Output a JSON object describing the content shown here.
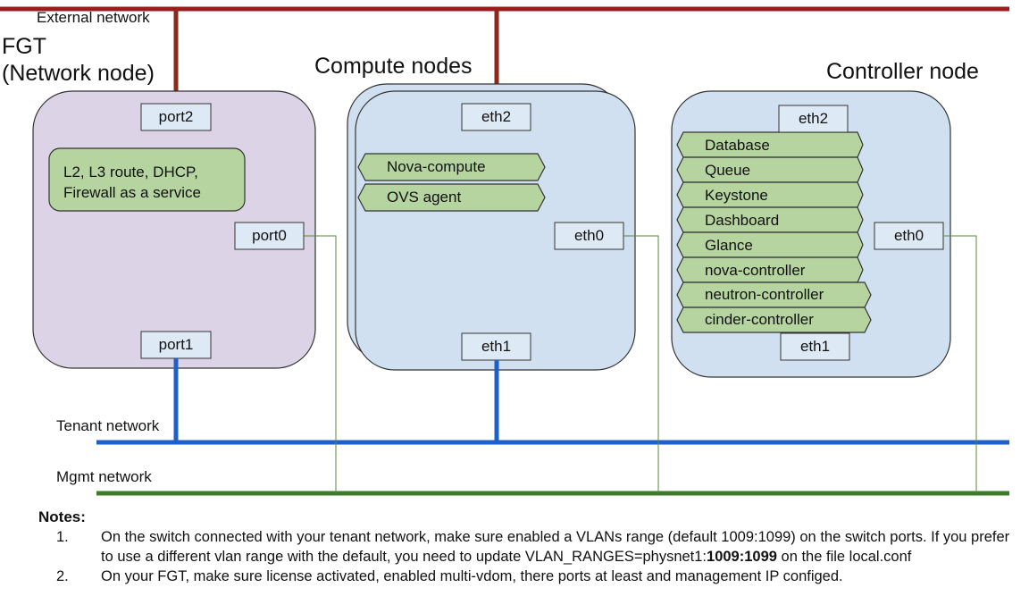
{
  "networks": {
    "external": "External network",
    "tenant": "Tenant network",
    "mgmt": "Mgmt network"
  },
  "fgt": {
    "title_line1": "FGT",
    "title_line2": "(Network node)",
    "port_top": "port2",
    "port_mgmt": "port0",
    "port_bottom": "port1",
    "service_line1": "L2, L3 route, DHCP,",
    "service_line2": "Firewall as a service"
  },
  "compute": {
    "title": "Compute nodes",
    "port_top": "eth2",
    "port_mgmt": "eth0",
    "port_bottom": "eth1",
    "services": [
      "Nova-compute",
      "OVS agent"
    ]
  },
  "controller": {
    "title": "Controller node",
    "port_top": "eth2",
    "port_mgmt": "eth0",
    "port_bottom": "eth1",
    "services": [
      "Database",
      "Queue",
      "Keystone",
      "Dashboard",
      "Glance",
      "nova-controller",
      "neutron-controller",
      "cinder-controller"
    ]
  },
  "notes": {
    "title": "Notes:",
    "items": [
      {
        "num": "1.",
        "before": "On the switch connected with your tenant network, make sure enabled a VLANs range (default 1009:1099) on the switch ports. If you prefer to use a different vlan range with the default, you need to update VLAN_RANGES=physnet1:",
        "bold": "1009:1099",
        "after": " on the file local.conf"
      },
      {
        "num": "2.",
        "text": "On your FGT,  make sure license activated, enabled multi-vdom,  there ports at least and management IP configed."
      }
    ]
  },
  "colors": {
    "external_line": "#9b1c1c",
    "tenant_line": "#1f5fc8",
    "mgmt_line": "#3d7a2a",
    "fgt_fill": "#ddd3e6",
    "node_fill": "#d0e0f0",
    "service_fill": "#b5d4a0",
    "port_fill": "#dde9f5"
  }
}
